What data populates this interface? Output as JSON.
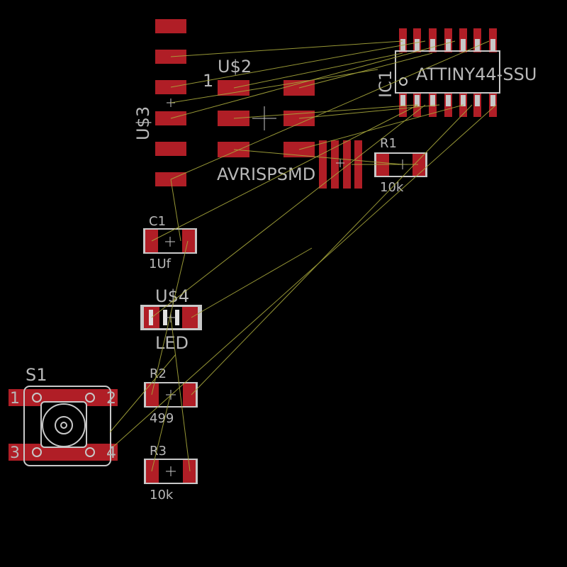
{
  "colors": {
    "background": "#000000",
    "pad": "#b01e26",
    "pad_light": "#c8c8c8",
    "silkscreen": "#c8c8c8",
    "airwire": "#a8a83c",
    "text": "#b8b8b8"
  },
  "components": {
    "ic1": {
      "ref": "IC1",
      "value": "ATTINY44-SSU"
    },
    "u2": {
      "ref": "U$2",
      "value": "AVRISPSMD",
      "pin1": "1"
    },
    "u3": {
      "ref": "U$3"
    },
    "r1": {
      "ref": "R1",
      "value": "10k"
    },
    "c1": {
      "ref": "C1",
      "value": "1Uf"
    },
    "u4": {
      "ref": "U$4",
      "value": "LED"
    },
    "r2": {
      "ref": "R2",
      "value": "499"
    },
    "r3": {
      "ref": "R3",
      "value": "10k"
    },
    "s1": {
      "ref": "S1",
      "pins": [
        "1",
        "2",
        "3",
        "4"
      ]
    }
  }
}
